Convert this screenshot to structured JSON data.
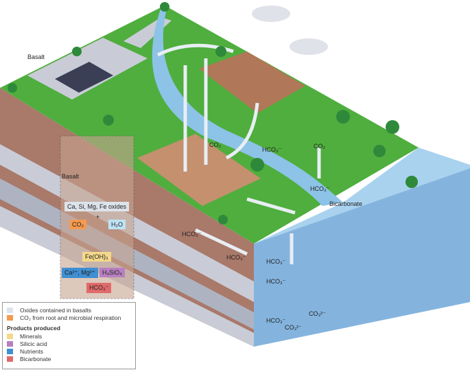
{
  "labels": {
    "basalt_top": "Basalt",
    "basalt_inset": "Basalt",
    "co2_crop": "CO₂",
    "hco3_river": "HCO₃⁻",
    "co2_up": "CO₂",
    "hco3_shore": "HCO₃⁻",
    "bicarbonate": "Bicarbonate",
    "hco3_soil1": "HCO₃⁻",
    "hco3_soil2": "HCO₃⁻",
    "hco3_sea1": "HCO₃⁻",
    "hco3_sea2": "HCO₃⁻",
    "hco3_sea3": "HCO₃⁻",
    "co3_sea1": "CO₃²⁻",
    "co3_sea2": "CO₃²⁻"
  },
  "inset": {
    "oxides": "Ca, Si, Mg, Fe oxides",
    "plus": "+",
    "co2": "CO₂",
    "h2o": "H₂O",
    "feoh": "Fe(OH)₃",
    "ca_mg": "Ca²⁺, Mg²⁺",
    "h4sio4": "H₄SiO₄",
    "hco3": "HCO₃⁻"
  },
  "legend": {
    "items": [
      {
        "label": "Oxides contained in basalts",
        "color": "#dde3ea"
      },
      {
        "label": "CO₂ from root and microbial respiration",
        "color": "#f59a4e"
      }
    ],
    "products_title": "Products produced",
    "products": [
      {
        "label": "Minerals",
        "color": "#f5d98a"
      },
      {
        "label": "Silicic acid",
        "color": "#b77fc0"
      },
      {
        "label": "Nutrients",
        "color": "#3f8fd2"
      },
      {
        "label": "Bicarbonate",
        "color": "#e06a6a"
      }
    ]
  },
  "colors": {
    "grass": "#4fae3e",
    "soil": "#a9796a",
    "water": "#7fb4dc",
    "river": "#8cc3e6"
  }
}
